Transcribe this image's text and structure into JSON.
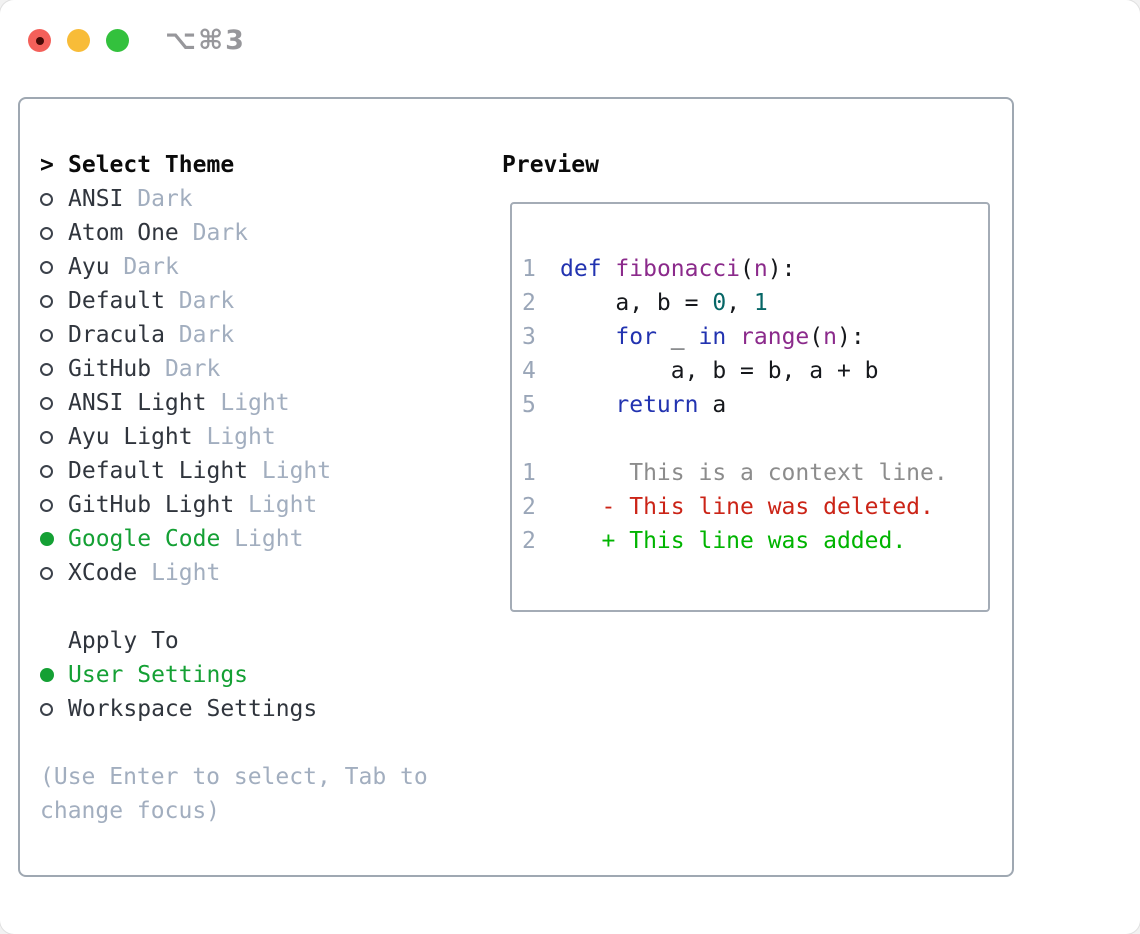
{
  "window": {
    "title_shortcut": "⌥⌘3"
  },
  "colors": {
    "selected_green": "#14a034",
    "diff_added_green": "#00b400",
    "diff_deleted_red": "#cb2417",
    "diff_context_gray": "#8c8c8c",
    "keyword_blue": "#2233b0",
    "function_purple": "#8b2a8b",
    "literal_teal": "#066666",
    "muted_gray": "#a2aebf",
    "line_number_gray": "#9aa6b8",
    "panel_border": "#9fa8b2",
    "traffic_red": "#f4605a",
    "traffic_yellow": "#f8bc38",
    "traffic_green": "#33c13d"
  },
  "select_theme": {
    "marker": ">",
    "header": "Select Theme",
    "items": [
      {
        "name": "ANSI",
        "variant": "Dark",
        "selected": false
      },
      {
        "name": "Atom One",
        "variant": "Dark",
        "selected": false
      },
      {
        "name": "Ayu",
        "variant": "Dark",
        "selected": false
      },
      {
        "name": "Default",
        "variant": "Dark",
        "selected": false
      },
      {
        "name": "Dracula",
        "variant": "Dark",
        "selected": false
      },
      {
        "name": "GitHub",
        "variant": "Dark",
        "selected": false
      },
      {
        "name": "ANSI Light",
        "variant": "Light",
        "selected": false
      },
      {
        "name": "Ayu Light",
        "variant": "Light",
        "selected": false
      },
      {
        "name": "Default Light",
        "variant": "Light",
        "selected": false
      },
      {
        "name": "GitHub Light",
        "variant": "Light",
        "selected": false
      },
      {
        "name": "Google Code",
        "variant": "Light",
        "selected": true
      },
      {
        "name": "XCode",
        "variant": "Light",
        "selected": false
      }
    ]
  },
  "apply_to": {
    "header": "Apply To",
    "options": [
      {
        "label": "User Settings",
        "selected": true
      },
      {
        "label": "Workspace Settings",
        "selected": false
      }
    ]
  },
  "hint": {
    "line1": "(Use Enter to select, Tab to",
    "line2": "change focus)"
  },
  "preview": {
    "title": "Preview",
    "lines": [
      {
        "num": "1",
        "kind": "code",
        "tokens": [
          [
            "def",
            "kw"
          ],
          [
            " ",
            "p"
          ],
          [
            "fibonacci",
            "fn"
          ],
          [
            "(",
            "p"
          ],
          [
            "n",
            "fn"
          ],
          [
            "):",
            "p"
          ]
        ]
      },
      {
        "num": "2",
        "kind": "code",
        "tokens": [
          [
            "    a, b = ",
            "p"
          ],
          [
            "0",
            "lit"
          ],
          [
            ", ",
            "p"
          ],
          [
            "1",
            "lit"
          ]
        ]
      },
      {
        "num": "3",
        "kind": "code",
        "tokens": [
          [
            "    ",
            "p"
          ],
          [
            "for",
            "kw"
          ],
          [
            " _ ",
            "p"
          ],
          [
            "in",
            "kw"
          ],
          [
            " ",
            "p"
          ],
          [
            "range",
            "fn"
          ],
          [
            "(",
            "p"
          ],
          [
            "n",
            "fn"
          ],
          [
            "):",
            "p"
          ]
        ]
      },
      {
        "num": "4",
        "kind": "code",
        "tokens": [
          [
            "        a, b = b, a + b",
            "p"
          ]
        ]
      },
      {
        "num": "5",
        "kind": "code",
        "tokens": [
          [
            "    ",
            "p"
          ],
          [
            "return",
            "kw"
          ],
          [
            " a",
            "p"
          ]
        ]
      },
      {
        "num": "",
        "kind": "blank",
        "tokens": []
      },
      {
        "num": "1",
        "kind": "diff-context",
        "tokens": [
          [
            "     This is a context line.",
            "ctx"
          ]
        ]
      },
      {
        "num": "2",
        "kind": "diff-deleted",
        "tokens": [
          [
            "   - This line was deleted.",
            "del"
          ]
        ]
      },
      {
        "num": "2",
        "kind": "diff-added",
        "tokens": [
          [
            "   + This line was added.",
            "add"
          ]
        ]
      }
    ]
  }
}
